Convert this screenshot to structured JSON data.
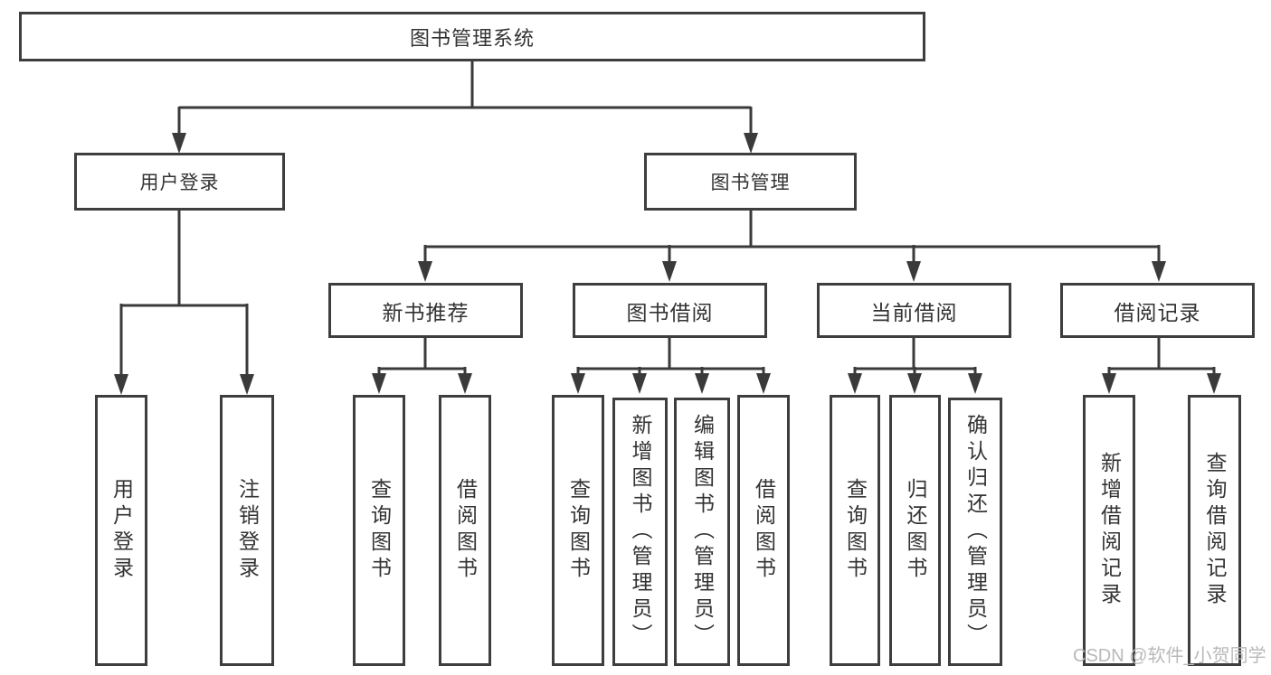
{
  "tree": {
    "root": {
      "label": "图书管理系统"
    },
    "branches": [
      {
        "label": "用户登录",
        "children": [
          {
            "label": "用户登录"
          },
          {
            "label": "注销登录"
          }
        ]
      },
      {
        "label": "图书管理",
        "children": [
          {
            "label": "新书推荐",
            "children": [
              {
                "label": "查询图书"
              },
              {
                "label": "借阅图书"
              }
            ]
          },
          {
            "label": "图书借阅",
            "children": [
              {
                "label": "查询图书"
              },
              {
                "label": "新增图书（管理员）"
              },
              {
                "label": "编辑图书（管理员）"
              },
              {
                "label": "借阅图书"
              }
            ]
          },
          {
            "label": "当前借阅",
            "children": [
              {
                "label": "查询图书"
              },
              {
                "label": "归还图书"
              },
              {
                "label": "确认归还（管理员）"
              }
            ]
          },
          {
            "label": "借阅记录",
            "children": [
              {
                "label": "新增借阅记录"
              },
              {
                "label": "查询借阅记录"
              }
            ]
          }
        ]
      }
    ]
  },
  "watermark": {
    "text": "CSDN @软件_小贺同学"
  },
  "colors": {
    "line": "#3a3a3a",
    "box_border": "#3e3e3e",
    "text": "#333333",
    "watermark": "#b9b9b9",
    "background": "#ffffff"
  }
}
